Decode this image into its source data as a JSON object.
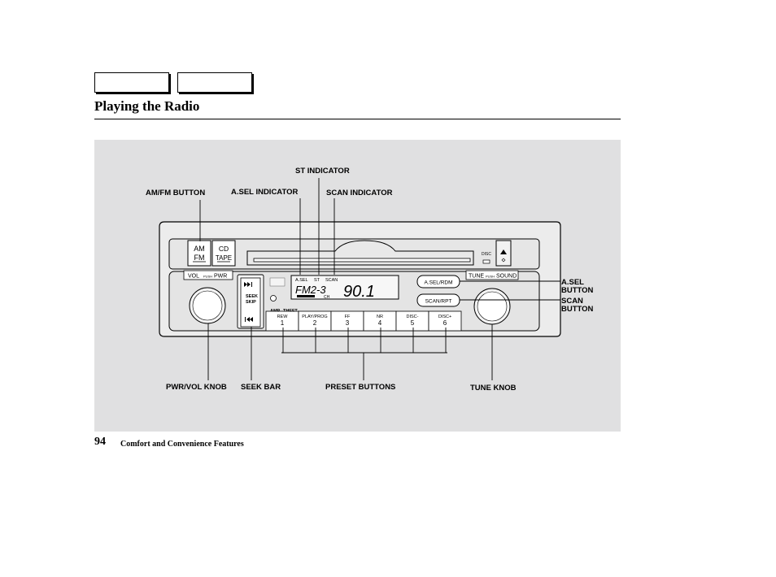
{
  "header": {
    "title": "Playing the Radio"
  },
  "figure": {
    "callouts": {
      "st_indicator": "ST INDICATOR",
      "amfm_button": "AM/FM BUTTON",
      "asel_indicator": "A.SEL INDICATOR",
      "scan_indicator": "SCAN INDICATOR",
      "asel_button_1": "A.SEL",
      "asel_button_2": "BUTTON",
      "scan_button_1": "SCAN",
      "scan_button_2": "BUTTON",
      "pwr_vol_knob": "PWR/VOL KNOB",
      "seek_bar": "SEEK BAR",
      "preset_buttons": "PRESET BUTTONS",
      "tune_knob": "TUNE KNOB"
    },
    "radio": {
      "am_label": "AM",
      "fm_label": "FM",
      "cd_label": "CD",
      "tape_label": "TAPE",
      "disc_label": "DISC",
      "vol_label": "VOL",
      "vol_push": "PUSH",
      "vol_pwr": "PWR",
      "tune_label": "TUNE",
      "tune_push": "PUSH",
      "tune_sound": "SOUND",
      "seek_label_1": "SEEK",
      "seek_label_2": "SKIP",
      "display_asel": "A.SEL",
      "display_st": "ST",
      "display_scan": "SCAN",
      "display_band": "FM2-3",
      "display_freq": "90.1",
      "display_ch": "CH",
      "amp_label": "AMP",
      "theft_label": "THEFT",
      "asel_rdm": "A.SEL/RDM",
      "scan_rpt": "SCAN/RPT",
      "presets": [
        {
          "label": "REW",
          "num": "1"
        },
        {
          "label": "PLAY/PROG",
          "num": "2"
        },
        {
          "label": "FF",
          "num": "3"
        },
        {
          "label": "NR",
          "num": "4"
        },
        {
          "label": "DISC-",
          "num": "5"
        },
        {
          "label": "DISC+",
          "num": "6"
        }
      ]
    }
  },
  "footer": {
    "page_number": "94",
    "section": "Comfort and Convenience Features"
  }
}
